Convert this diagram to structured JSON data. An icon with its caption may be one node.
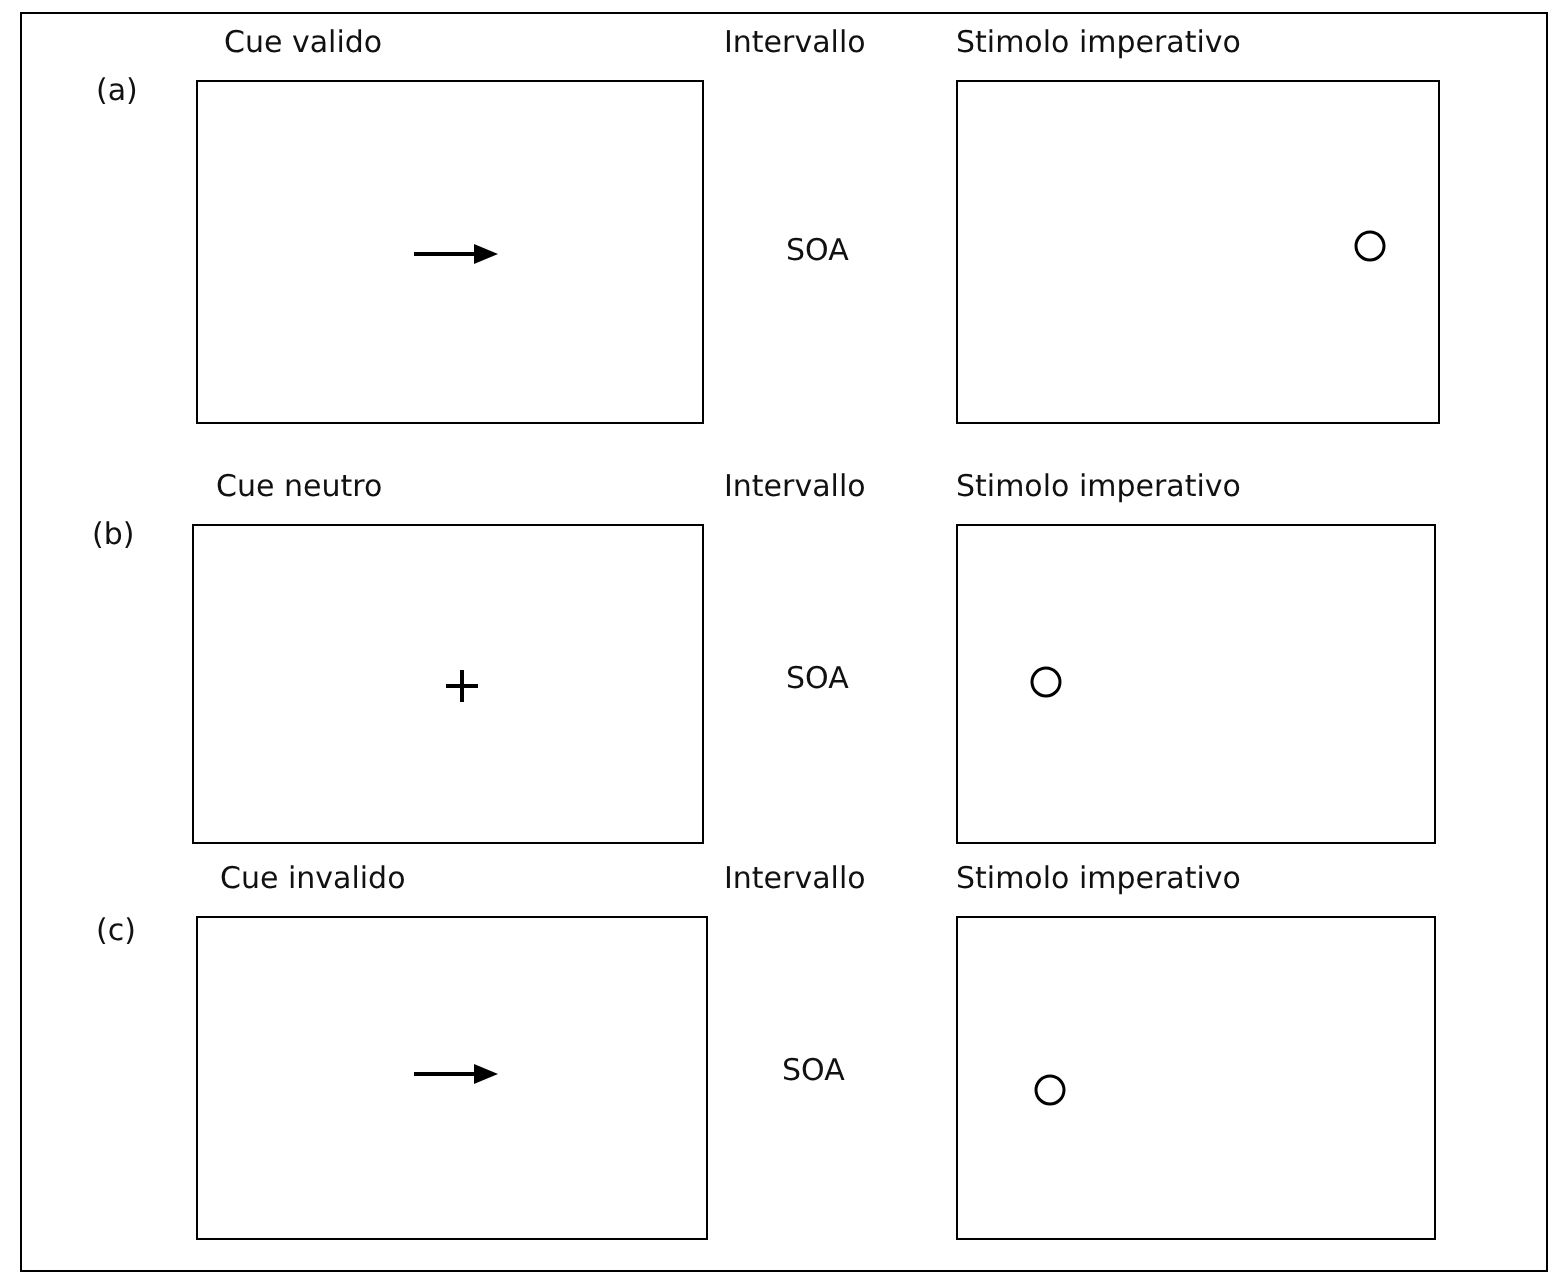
{
  "diagram": {
    "nodes": [
      {
        "text": [
          "Cue valido"
        ]
      },
      {
        "text": [
          "Stimolo imperativo"
        ]
      },
      {
        "text": [
          "Cue neutro"
        ]
      },
      {
        "text": [
          "Stimolo imperativo"
        ]
      },
      {
        "text": [
          "Cue invalido"
        ]
      },
      {
        "text": [
          "Stimolo imperativo"
        ]
      }
    ],
    "edges": [],
    "labels": [
      "Intervallo",
      "(a)",
      "SOA",
      "Intervallo",
      "(b)",
      "SOA",
      "Intervallo",
      "(c)",
      "SOA"
    ]
  }
}
